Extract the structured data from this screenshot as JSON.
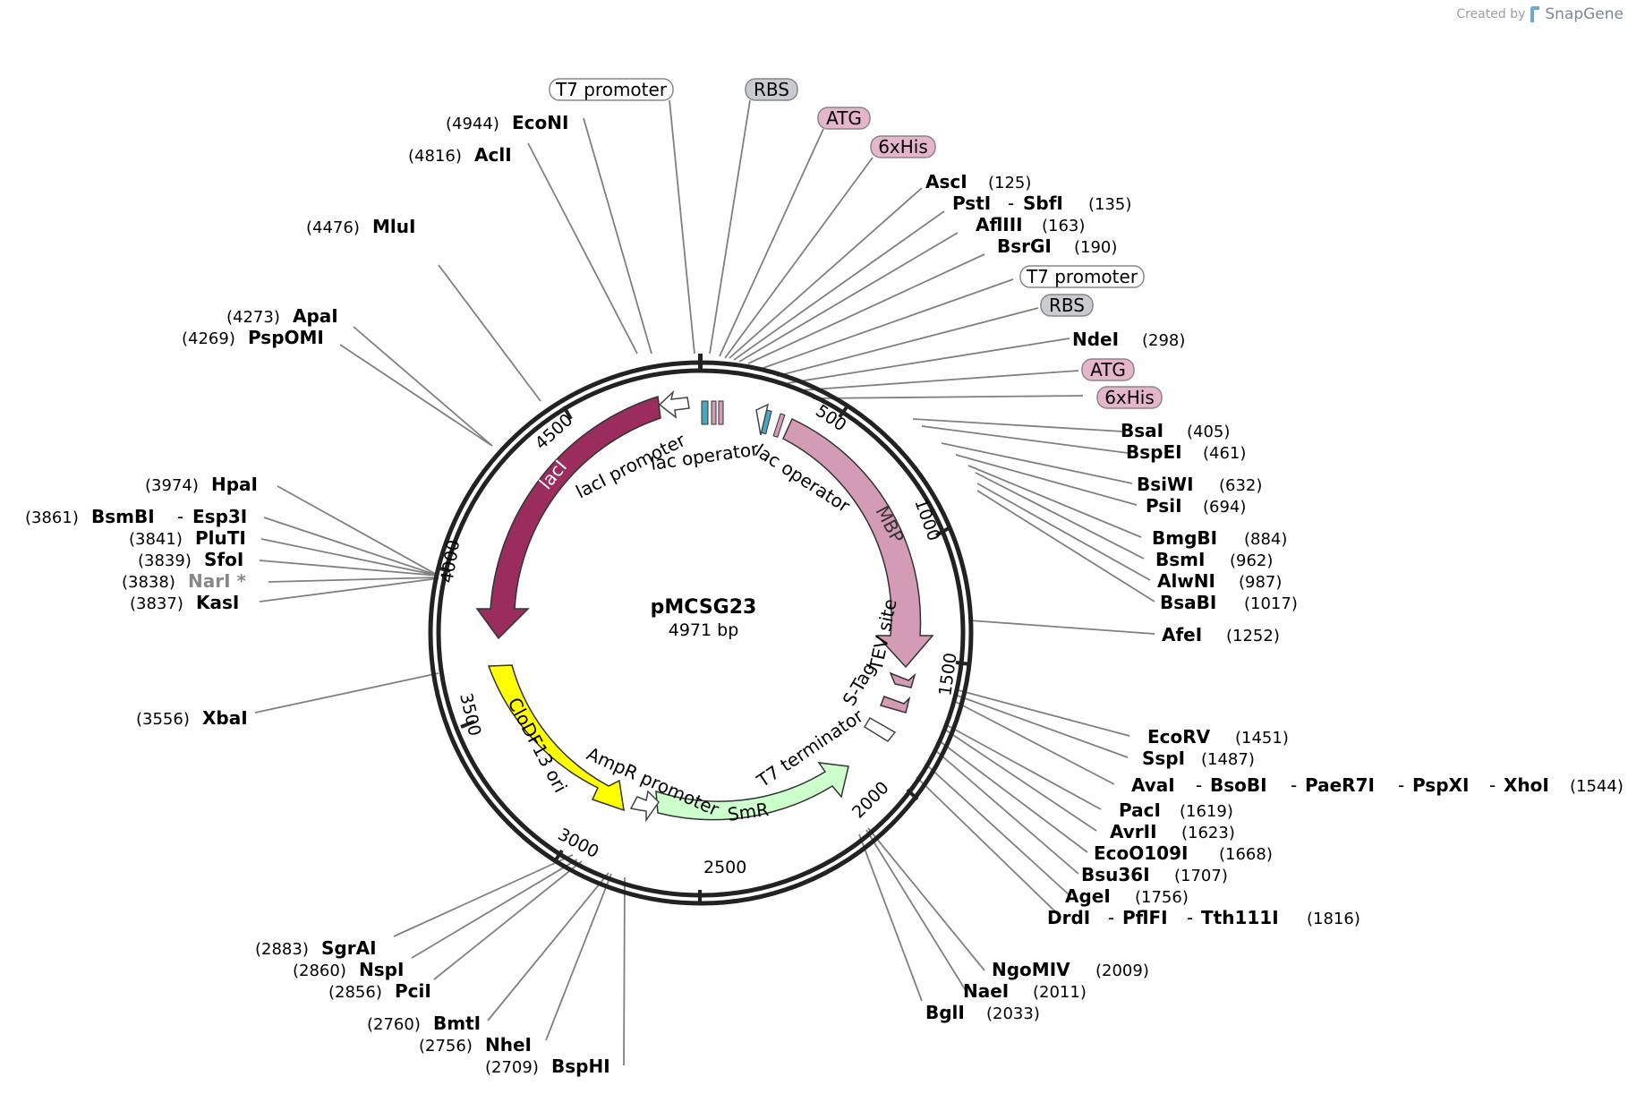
{
  "credit": {
    "created_by": "Created by",
    "brand": "SnapGene"
  },
  "plasmid": {
    "name": "pMCSG23",
    "size_label": "4971 bp"
  },
  "ticks": [
    "500",
    "1000",
    "1500",
    "2000",
    "2500",
    "3000",
    "3500",
    "4000",
    "4500"
  ],
  "features": [
    {
      "name": "lacI",
      "color": "#9b2c5e"
    },
    {
      "name": "lacI promoter",
      "color": "#ffffff"
    },
    {
      "name": "lac operator",
      "color": "#4aa8c0"
    },
    {
      "name": "lac operator",
      "color": "#4aa8c0"
    },
    {
      "name": "MBP",
      "color": "#d39bb5"
    },
    {
      "name": "TEV site",
      "color": "#d39bb5"
    },
    {
      "name": "S-Tag",
      "color": "#d39bb5"
    },
    {
      "name": "T7 terminator",
      "color": "#ffffff"
    },
    {
      "name": "SmR",
      "color": "#ccffcc"
    },
    {
      "name": "AmpR promoter",
      "color": "#ffffff"
    },
    {
      "name": "CloDF13 ori",
      "color": "#ffff00"
    }
  ],
  "boxed_labels": [
    {
      "text": "T7 promoter",
      "style": "white"
    },
    {
      "text": "RBS",
      "style": "gray"
    },
    {
      "text": "ATG",
      "style": "pink"
    },
    {
      "text": "6xHis",
      "style": "pink"
    },
    {
      "text": "T7 promoter",
      "style": "white"
    },
    {
      "text": "RBS",
      "style": "gray"
    },
    {
      "text": "ATG",
      "style": "pink"
    },
    {
      "text": "6xHis",
      "style": "pink"
    }
  ],
  "sites": [
    {
      "names": [
        "EcoNI"
      ],
      "pos": "(4944)"
    },
    {
      "names": [
        "AclI"
      ],
      "pos": "(4816)"
    },
    {
      "names": [
        "MluI"
      ],
      "pos": "(4476)"
    },
    {
      "names": [
        "ApaI"
      ],
      "pos": "(4273)"
    },
    {
      "names": [
        "PspOMI"
      ],
      "pos": "(4269)"
    },
    {
      "names": [
        "HpaI"
      ],
      "pos": "(3974)"
    },
    {
      "names": [
        "BsmBI",
        "Esp3I"
      ],
      "pos": "(3861)"
    },
    {
      "names": [
        "PluTI"
      ],
      "pos": "(3841)"
    },
    {
      "names": [
        "SfoI"
      ],
      "pos": "(3839)"
    },
    {
      "names": [
        "NarI *"
      ],
      "pos": "(3838)",
      "gray": true
    },
    {
      "names": [
        "KasI"
      ],
      "pos": "(3837)"
    },
    {
      "names": [
        "XbaI"
      ],
      "pos": "(3556)"
    },
    {
      "names": [
        "SgrAI"
      ],
      "pos": "(2883)"
    },
    {
      "names": [
        "NspI"
      ],
      "pos": "(2860)"
    },
    {
      "names": [
        "PciI"
      ],
      "pos": "(2856)"
    },
    {
      "names": [
        "BmtI"
      ],
      "pos": "(2760)"
    },
    {
      "names": [
        "NheI"
      ],
      "pos": "(2756)"
    },
    {
      "names": [
        "BspHI"
      ],
      "pos": "(2709)"
    },
    {
      "names": [
        "AscI"
      ],
      "pos": "(125)"
    },
    {
      "names": [
        "PstI",
        "SbfI"
      ],
      "pos": "(135)"
    },
    {
      "names": [
        "AflIII"
      ],
      "pos": "(163)"
    },
    {
      "names": [
        "BsrGI"
      ],
      "pos": "(190)"
    },
    {
      "names": [
        "NdeI"
      ],
      "pos": "(298)"
    },
    {
      "names": [
        "BsaI"
      ],
      "pos": "(405)"
    },
    {
      "names": [
        "BspEI"
      ],
      "pos": "(461)"
    },
    {
      "names": [
        "BsiWI"
      ],
      "pos": "(632)"
    },
    {
      "names": [
        "PsiI"
      ],
      "pos": "(694)"
    },
    {
      "names": [
        "BmgBI"
      ],
      "pos": "(884)"
    },
    {
      "names": [
        "BsmI"
      ],
      "pos": "(962)"
    },
    {
      "names": [
        "AlwNI"
      ],
      "pos": "(987)"
    },
    {
      "names": [
        "BsaBI"
      ],
      "pos": "(1017)"
    },
    {
      "names": [
        "AfeI"
      ],
      "pos": "(1252)"
    },
    {
      "names": [
        "EcoRV"
      ],
      "pos": "(1451)"
    },
    {
      "names": [
        "SspI"
      ],
      "pos": "(1487)"
    },
    {
      "names": [
        "AvaI",
        "BsoBI",
        "PaeR7I",
        "PspXI",
        "XhoI"
      ],
      "pos": "(1544)"
    },
    {
      "names": [
        "PacI"
      ],
      "pos": "(1619)"
    },
    {
      "names": [
        "AvrII"
      ],
      "pos": "(1623)"
    },
    {
      "names": [
        "EcoO109I"
      ],
      "pos": "(1668)"
    },
    {
      "names": [
        "Bsu36I"
      ],
      "pos": "(1707)"
    },
    {
      "names": [
        "AgeI"
      ],
      "pos": "(1756)"
    },
    {
      "names": [
        "DrdI",
        "PflFI",
        "Tth111I"
      ],
      "pos": "(1816)"
    },
    {
      "names": [
        "NgoMIV"
      ],
      "pos": "(2009)"
    },
    {
      "names": [
        "NaeI"
      ],
      "pos": "(2011)"
    },
    {
      "names": [
        "BglI"
      ],
      "pos": "(2033)"
    }
  ]
}
